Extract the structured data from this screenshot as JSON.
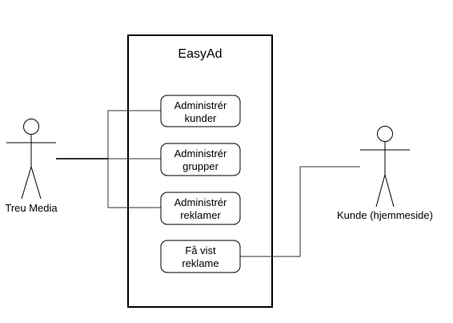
{
  "system": {
    "title": "EasyAd"
  },
  "actors": {
    "treu_media": {
      "label": "Treu Media"
    },
    "kunde": {
      "label": "Kunde (hjemmeside)"
    }
  },
  "use_cases": {
    "administrer_kunder": {
      "line1": "Administrér",
      "line2": "kunder"
    },
    "administrer_grupper": {
      "line1": "Administrér",
      "line2": "grupper"
    },
    "administrer_reklamer": {
      "line1": "Administrér",
      "line2": "reklamer"
    },
    "faa_vist_reklame": {
      "line1": "Få vist",
      "line2": "reklame"
    }
  },
  "colors": {
    "stroke": "#000000",
    "connector": "#333333",
    "background": "#ffffff"
  }
}
